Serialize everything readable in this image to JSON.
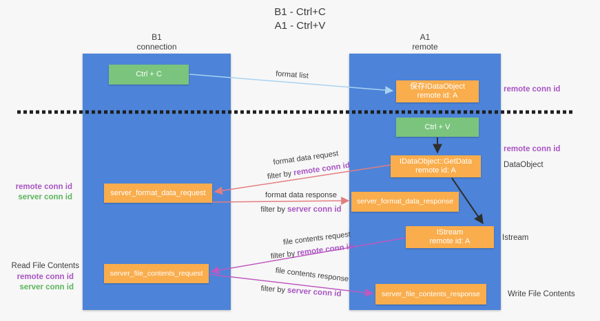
{
  "title": {
    "line1": "B1 - Ctrl+C",
    "line2": "A1 - Ctrl+V"
  },
  "lifelines": {
    "left": {
      "name": "B1",
      "role": "connection"
    },
    "right": {
      "name": "A1",
      "role": "remote"
    }
  },
  "nodes": {
    "ctrl_c": {
      "label": "Ctrl + C"
    },
    "save_dataobject": {
      "line1": "保存IDataObject",
      "line2": "remote id: A"
    },
    "ctrl_v": {
      "label": "Ctrl + V"
    },
    "getdata": {
      "line1": "IDataObject::GetData",
      "line2": "remote id: A"
    },
    "format_request": {
      "label": "server_format_data_request"
    },
    "format_response": {
      "label": "server_format_data_response"
    },
    "istream": {
      "line1": "IStream",
      "line2": "remote id: A"
    },
    "file_request": {
      "label": "server_file_contents_request"
    },
    "file_response": {
      "label": "server_file_contents_response"
    }
  },
  "edge_labels": {
    "format_list": "format list",
    "format_data_request": "format data request",
    "format_data_response": "format data response",
    "file_contents_request": "file contents request",
    "file_contents_response": "file contents response",
    "filter_by": "filter by",
    "remote_conn_id": "remote conn id",
    "server_conn_id": "server conn id"
  },
  "annotations": {
    "right": {
      "remote_conn_id_top": "remote conn id",
      "remote_conn_id_mid": "remote conn id",
      "dataobject": "DataObject",
      "istream": "Istream",
      "write_file_contents": "Write File Contents"
    },
    "left": {
      "remote_conn_id_top": "remote conn id",
      "server_conn_id_top": "server conn id",
      "read_file_contents": "Read File Contents",
      "remote_conn_id_bottom": "remote conn id",
      "server_conn_id_bottom": "server conn id"
    }
  },
  "colors": {
    "background": "#f7f7f7",
    "column_blue": "#4d84d9",
    "box_orange": "#f9ad4c",
    "box_green": "#7bc47d",
    "arrow_light_blue": "#a9d2f1",
    "arrow_salmon": "#e57d7f",
    "arrow_magenta": "#c058c0",
    "arrow_black": "#2e2e2e",
    "dash_black": "#1f1f1f",
    "text_purple": "#a855c2",
    "text_green": "#5cb45c"
  }
}
